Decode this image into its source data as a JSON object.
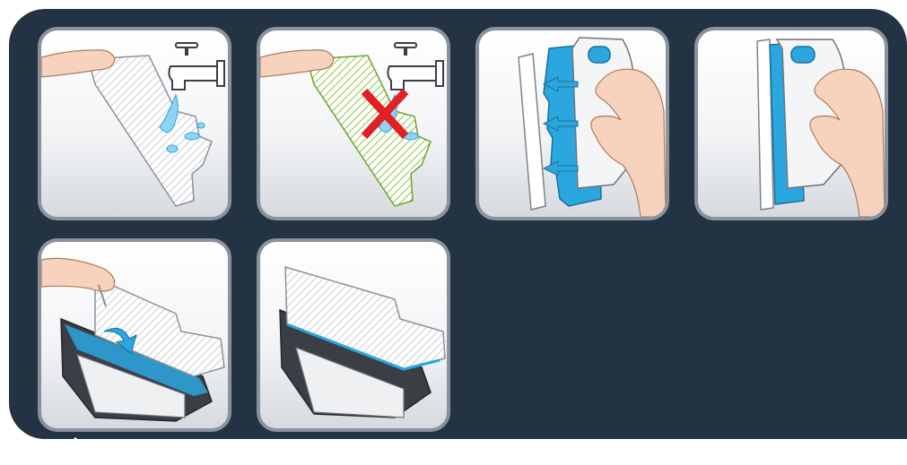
{
  "colors": {
    "panel": "#233343",
    "card_border": "#8a929d",
    "accent_blue": "#2aa7df",
    "pad_green": "#8bc63f",
    "cross_red": "#e31e24",
    "skin": "#f7d2bd",
    "skin_outline": "#b07a5c"
  },
  "steps": [
    {
      "illustration": "rinse-mop-pad-under-faucet"
    },
    {
      "illustration": "do-not-rinse-green-pad",
      "mark": "red-cross-icon"
    },
    {
      "illustration": "detach-mop-holder-from-bracket",
      "mark": "arrows-left"
    },
    {
      "illustration": "mop-holder-attached"
    },
    {
      "illustration": "attach-mop-pad-to-robot",
      "mark": "arrow-down"
    },
    {
      "illustration": "robot-with-mop-pad-attached"
    }
  ]
}
